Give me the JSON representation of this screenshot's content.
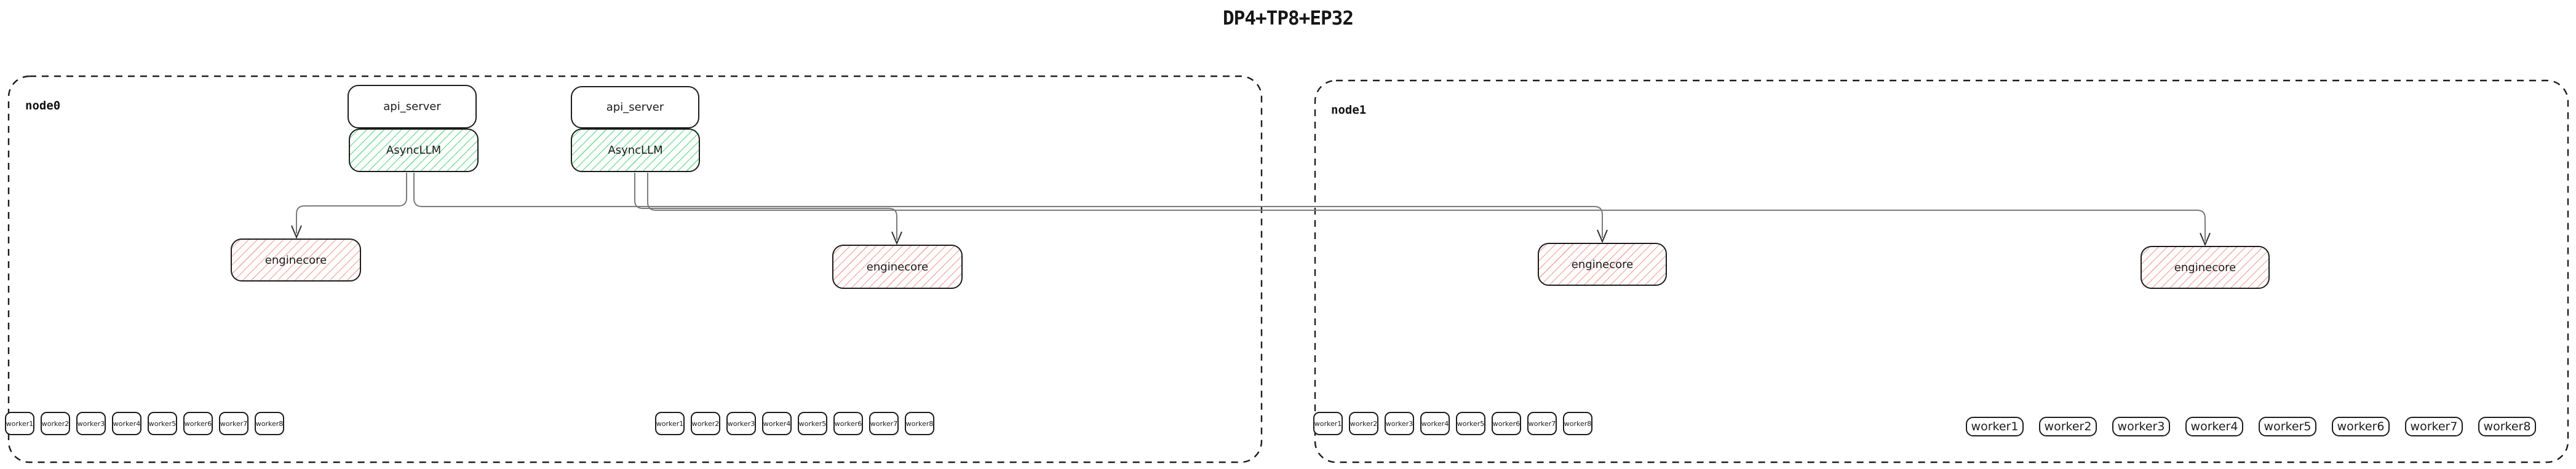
{
  "title": "DP4+TP8+EP32",
  "node0": {
    "label": "node0",
    "api_server_1": "api_server",
    "async_llm_1": "AsyncLLM",
    "api_server_2": "api_server",
    "async_llm_2": "AsyncLLM",
    "enginecore_1": "enginecore",
    "enginecore_2": "enginecore",
    "workers_group_1": [
      "worker1",
      "worker2",
      "worker3",
      "worker4",
      "worker5",
      "worker6",
      "worker7",
      "worker8"
    ],
    "workers_group_2": [
      "worker1",
      "worker2",
      "worker3",
      "worker4",
      "worker5",
      "worker6",
      "worker7",
      "worker8"
    ]
  },
  "node1": {
    "label": "node1",
    "enginecore_1": "enginecore",
    "enginecore_2": "enginecore",
    "workers_group_1": [
      "worker1",
      "worker2",
      "worker3",
      "worker4",
      "worker5",
      "worker6",
      "worker7",
      "worker8"
    ],
    "workers_group_2": [
      "worker1",
      "worker2",
      "worker3",
      "worker4",
      "worker5",
      "worker6",
      "worker7",
      "worker8"
    ]
  },
  "colors": {
    "box_border": "#1c1c1c",
    "node_border": "#1c1c1c",
    "async_llm_hatch": "#7fdf9d",
    "enginecore_hatch": "#f3b3ab",
    "connector": "#7b7b7b",
    "arrowhead": "#2f2f2f",
    "background": "#ffffff",
    "text": "#1c1c1c"
  }
}
